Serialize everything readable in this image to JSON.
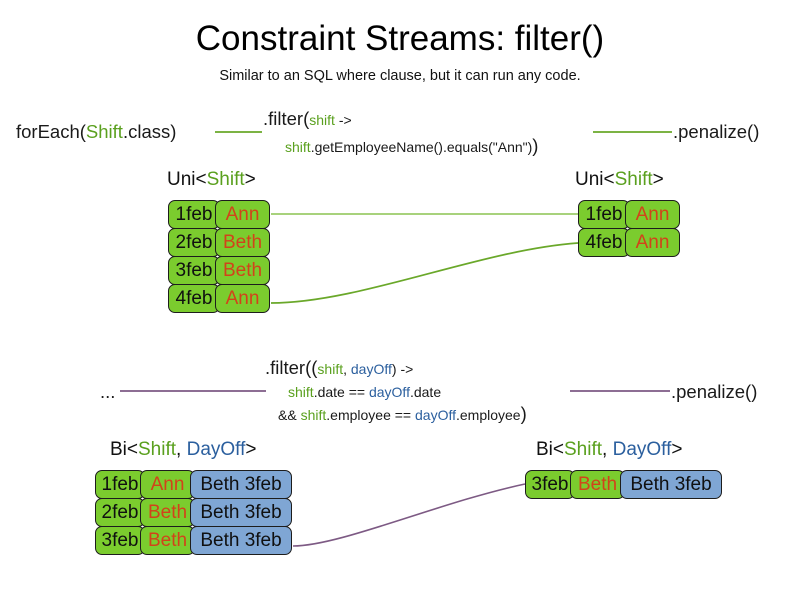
{
  "header": {
    "title": "Constraint Streams: filter()",
    "subtitle": "Similar to an SQL where clause, but it can run any code."
  },
  "colors": {
    "green_text": "#5aa01e",
    "blue_text": "#2b5f9e",
    "name_text": "#d2431a",
    "green_fill": "#7bcc2e",
    "blue_fill": "#7fa6d4",
    "green_connector": "#6aa82a",
    "purple_connector": "#7d5a84",
    "box_border": "#1d1d1d"
  },
  "row1": {
    "source": {
      "prefix": "forEach(",
      "type": "Shift",
      "suffix": ".class)"
    },
    "filter": {
      "line1_a": ".filter(",
      "line1_param": "shift",
      "line1_b": " ->",
      "line2_param": "shift",
      "line2_body": ".getEmployeeName().equals(\"Ann\")",
      "line2_close": ")"
    },
    "sink": ".penalize()",
    "in_label": {
      "prefix": "Uni<",
      "type": "Shift",
      "suffix": ">"
    },
    "out_label": {
      "prefix": "Uni<",
      "type": "Shift",
      "suffix": ">"
    },
    "in_facts": [
      {
        "date": "1feb",
        "name": "Ann"
      },
      {
        "date": "2feb",
        "name": "Beth"
      },
      {
        "date": "3feb",
        "name": "Beth"
      },
      {
        "date": "4feb",
        "name": "Ann"
      }
    ],
    "out_facts": [
      {
        "date": "1feb",
        "name": "Ann"
      },
      {
        "date": "4feb",
        "name": "Ann"
      }
    ]
  },
  "row2": {
    "source": "...",
    "filter": {
      "line1_a": ".filter((",
      "line1_p1": "shift",
      "line1_comma": ", ",
      "line1_p2": "dayOff",
      "line1_b": ") ->",
      "line2_p1": "shift",
      "line2_mid": ".date == ",
      "line2_p2": "dayOff",
      "line2_end": ".date",
      "line3_amp": "&& ",
      "line3_p1": "shift",
      "line3_mid": ".employee == ",
      "line3_p2": "dayOff",
      "line3_end": ".employee",
      "line3_close": ")"
    },
    "sink": ".penalize()",
    "in_label": {
      "prefix": "Bi<",
      "type1": "Shift",
      "comma": ", ",
      "type2": "DayOff",
      "suffix": ">"
    },
    "out_label": {
      "prefix": "Bi<",
      "type1": "Shift",
      "comma": ", ",
      "type2": "DayOff",
      "suffix": ">"
    },
    "in_facts": [
      {
        "date": "1feb",
        "name": "Ann",
        "pair": "Beth 3feb"
      },
      {
        "date": "2feb",
        "name": "Beth",
        "pair": "Beth 3feb"
      },
      {
        "date": "3feb",
        "name": "Beth",
        "pair": "Beth 3feb"
      }
    ],
    "out_facts": [
      {
        "date": "3feb",
        "name": "Beth",
        "pair": "Beth 3feb"
      }
    ]
  }
}
